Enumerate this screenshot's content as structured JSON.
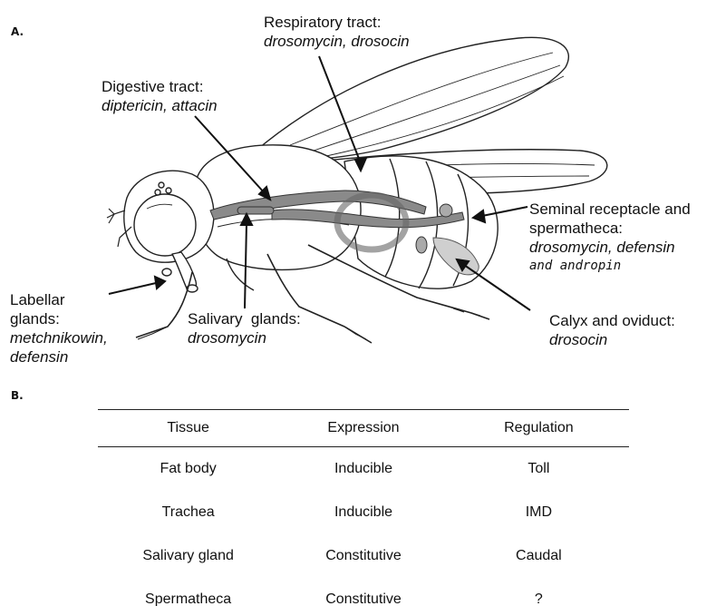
{
  "panel_a": {
    "label": "A.",
    "annotations": [
      {
        "id": "respiratory",
        "name": "Respiratory tract:",
        "genes": "drosomycin, drosocin"
      },
      {
        "id": "digestive",
        "name": "Digestive tract:",
        "genes": "diptericin, attacin"
      },
      {
        "id": "seminal",
        "name": "Seminal receptacle and",
        "name2": "spermatheca:",
        "genes": "drosomycin, defensin",
        "extra": "and andropin"
      },
      {
        "id": "labellar",
        "name": "Labellar",
        "name2": "glands:",
        "genes": "metchnikowin,",
        "genes2": "defensin"
      },
      {
        "id": "salivary",
        "name": "Salivary  glands:",
        "genes": "drosomycin"
      },
      {
        "id": "calyx",
        "name": "Calyx and oviduct:",
        "genes": "drosocin"
      }
    ]
  },
  "panel_b": {
    "label": "B.",
    "headers": [
      "Tissue",
      "Expression",
      "Regulation"
    ],
    "rows": [
      [
        "Fat body",
        "Inducible",
        "Toll"
      ],
      [
        "Trachea",
        "Inducible",
        "IMD"
      ],
      [
        "Salivary gland",
        "Constitutive",
        "Caudal"
      ],
      [
        "Spermatheca",
        "Constitutive",
        "?"
      ]
    ]
  }
}
